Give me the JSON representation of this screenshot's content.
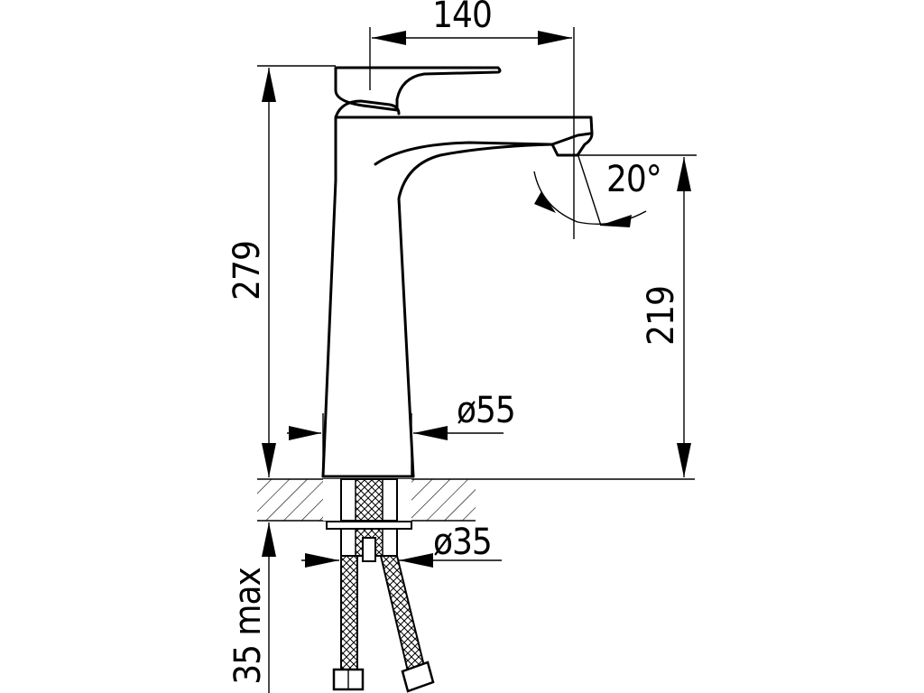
{
  "dimensions": {
    "spout_reach": "140",
    "total_height": "279",
    "spout_height": "219",
    "spout_angle": "20°",
    "body_diameter": "ø55",
    "hole_diameter": "ø35",
    "max_deck_thickness": "35 max"
  }
}
